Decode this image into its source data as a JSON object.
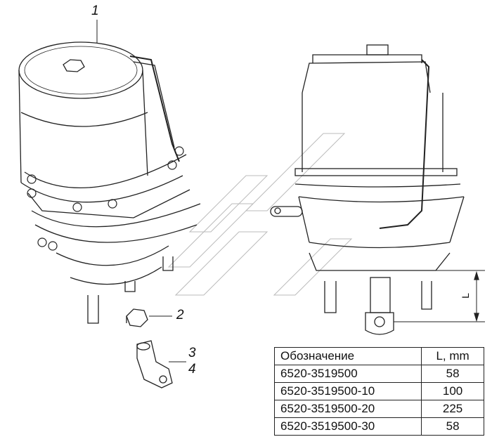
{
  "callouts": {
    "item1": "1",
    "item2": "2",
    "item3": "3",
    "item4": "4"
  },
  "dimension": {
    "label": "L"
  },
  "table": {
    "headers": [
      "Обозначение",
      "L, mm"
    ],
    "rows": [
      [
        "6520-3519500",
        "58"
      ],
      [
        "6520-3519500-10",
        "100"
      ],
      [
        "6520-3519500-20",
        "225"
      ],
      [
        "6520-3519500-30",
        "58"
      ]
    ]
  }
}
